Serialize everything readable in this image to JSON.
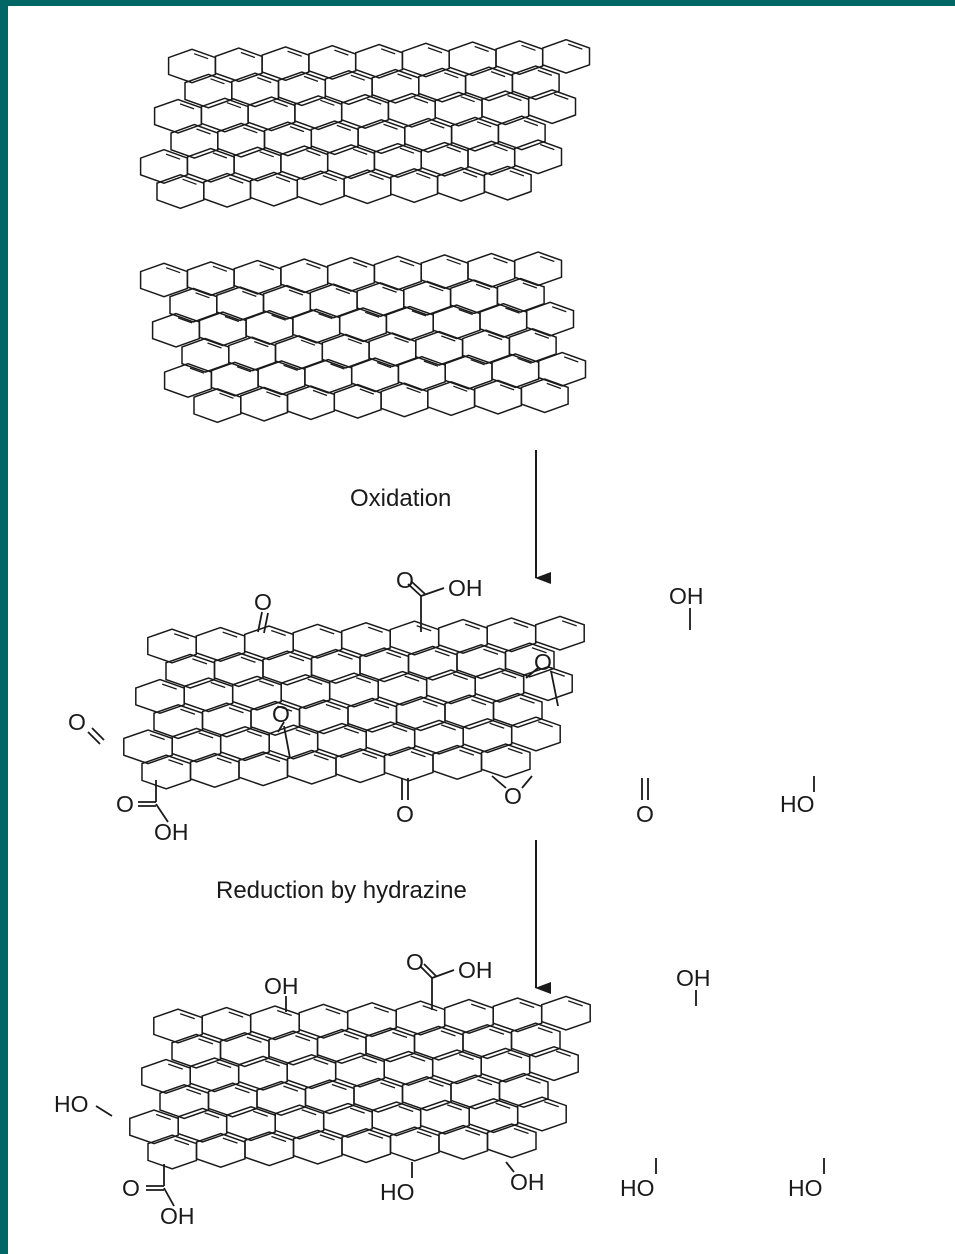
{
  "colors": {
    "border": "#006666",
    "background": "#ffffff",
    "ink": "#1a1a1a"
  },
  "labels": {
    "oxidation": "Oxidation",
    "reduction": "Reduction by hydrazine"
  },
  "groups": {
    "go": {
      "cooh_top_o": "O",
      "cooh_top_oh": "OH",
      "oh_top": "OH",
      "ketone_top": "O",
      "ketone_left": "O",
      "epoxide_1": "O",
      "epoxide_2": "O",
      "epoxide_3": "O",
      "ketone_bottom_1": "O",
      "ketone_bottom_2": "O",
      "cooh_left_o": "O",
      "cooh_left_oh": "OH",
      "ho_right": "HO"
    },
    "rgo": {
      "cooh_top_o": "O",
      "cooh_top_oh": "OH",
      "oh_top_left": "OH",
      "oh_top_right": "OH",
      "ho_left": "HO",
      "cooh_left_o": "O",
      "cooh_left_oh": "OH",
      "ho_bottom_1": "HO",
      "oh_bottom": "OH",
      "ho_bottom_2": "HO",
      "ho_bottom_3": "HO"
    }
  }
}
